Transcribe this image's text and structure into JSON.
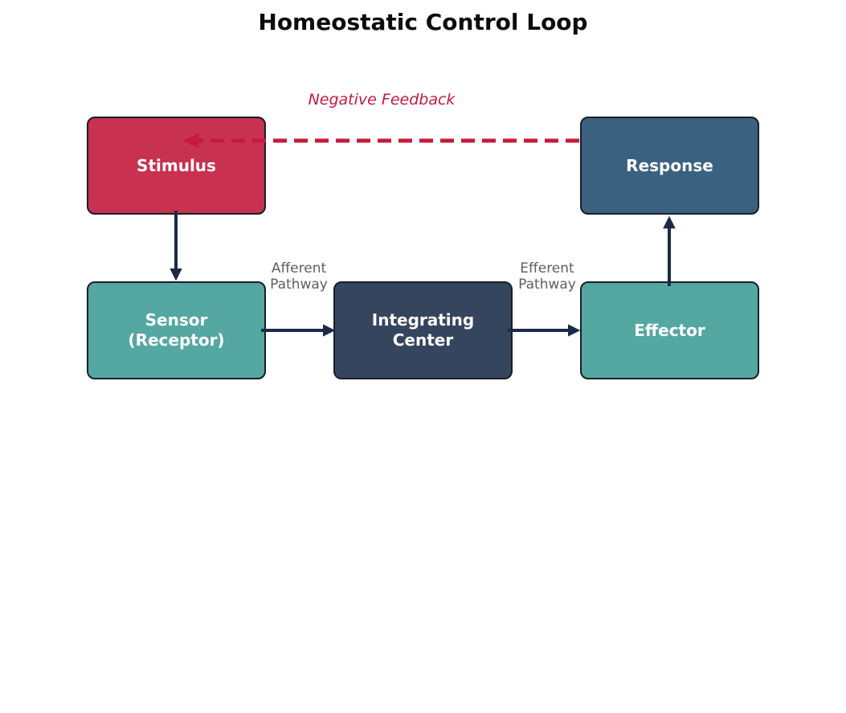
{
  "title": "Homeostatic Control Loop",
  "nodes": [
    {
      "id": "stimulus",
      "label": "Stimulus",
      "fill": "#C8314F"
    },
    {
      "id": "response",
      "label": "Response",
      "fill": "#3A6280"
    },
    {
      "id": "sensor",
      "label": "Sensor\n(Receptor)",
      "fill": "#55A7A2"
    },
    {
      "id": "integrating_center",
      "label": "Integrating\nCenter",
      "fill": "#36455E"
    },
    {
      "id": "effector",
      "label": "Effector",
      "fill": "#55A7A2"
    }
  ],
  "edges": [
    {
      "from": "stimulus",
      "to": "sensor",
      "style": "solid"
    },
    {
      "from": "sensor",
      "to": "integrating_center",
      "style": "solid",
      "label": "Afferent Pathway"
    },
    {
      "from": "integrating_center",
      "to": "effector",
      "style": "solid",
      "label": "Efferent Pathway"
    },
    {
      "from": "effector",
      "to": "response",
      "style": "solid"
    },
    {
      "from": "response",
      "to": "stimulus",
      "style": "dashed",
      "label": "Negative Feedback"
    }
  ],
  "colors": {
    "arrow_color": "#1B2A47",
    "negative_feedback_color": "#C51A3F",
    "pathway_label_color": "#5B6065",
    "node_border": "#181E2B",
    "node_text": "#FFFFFF",
    "title_color": "#0C0C0C",
    "background": "#FFFFFF"
  }
}
